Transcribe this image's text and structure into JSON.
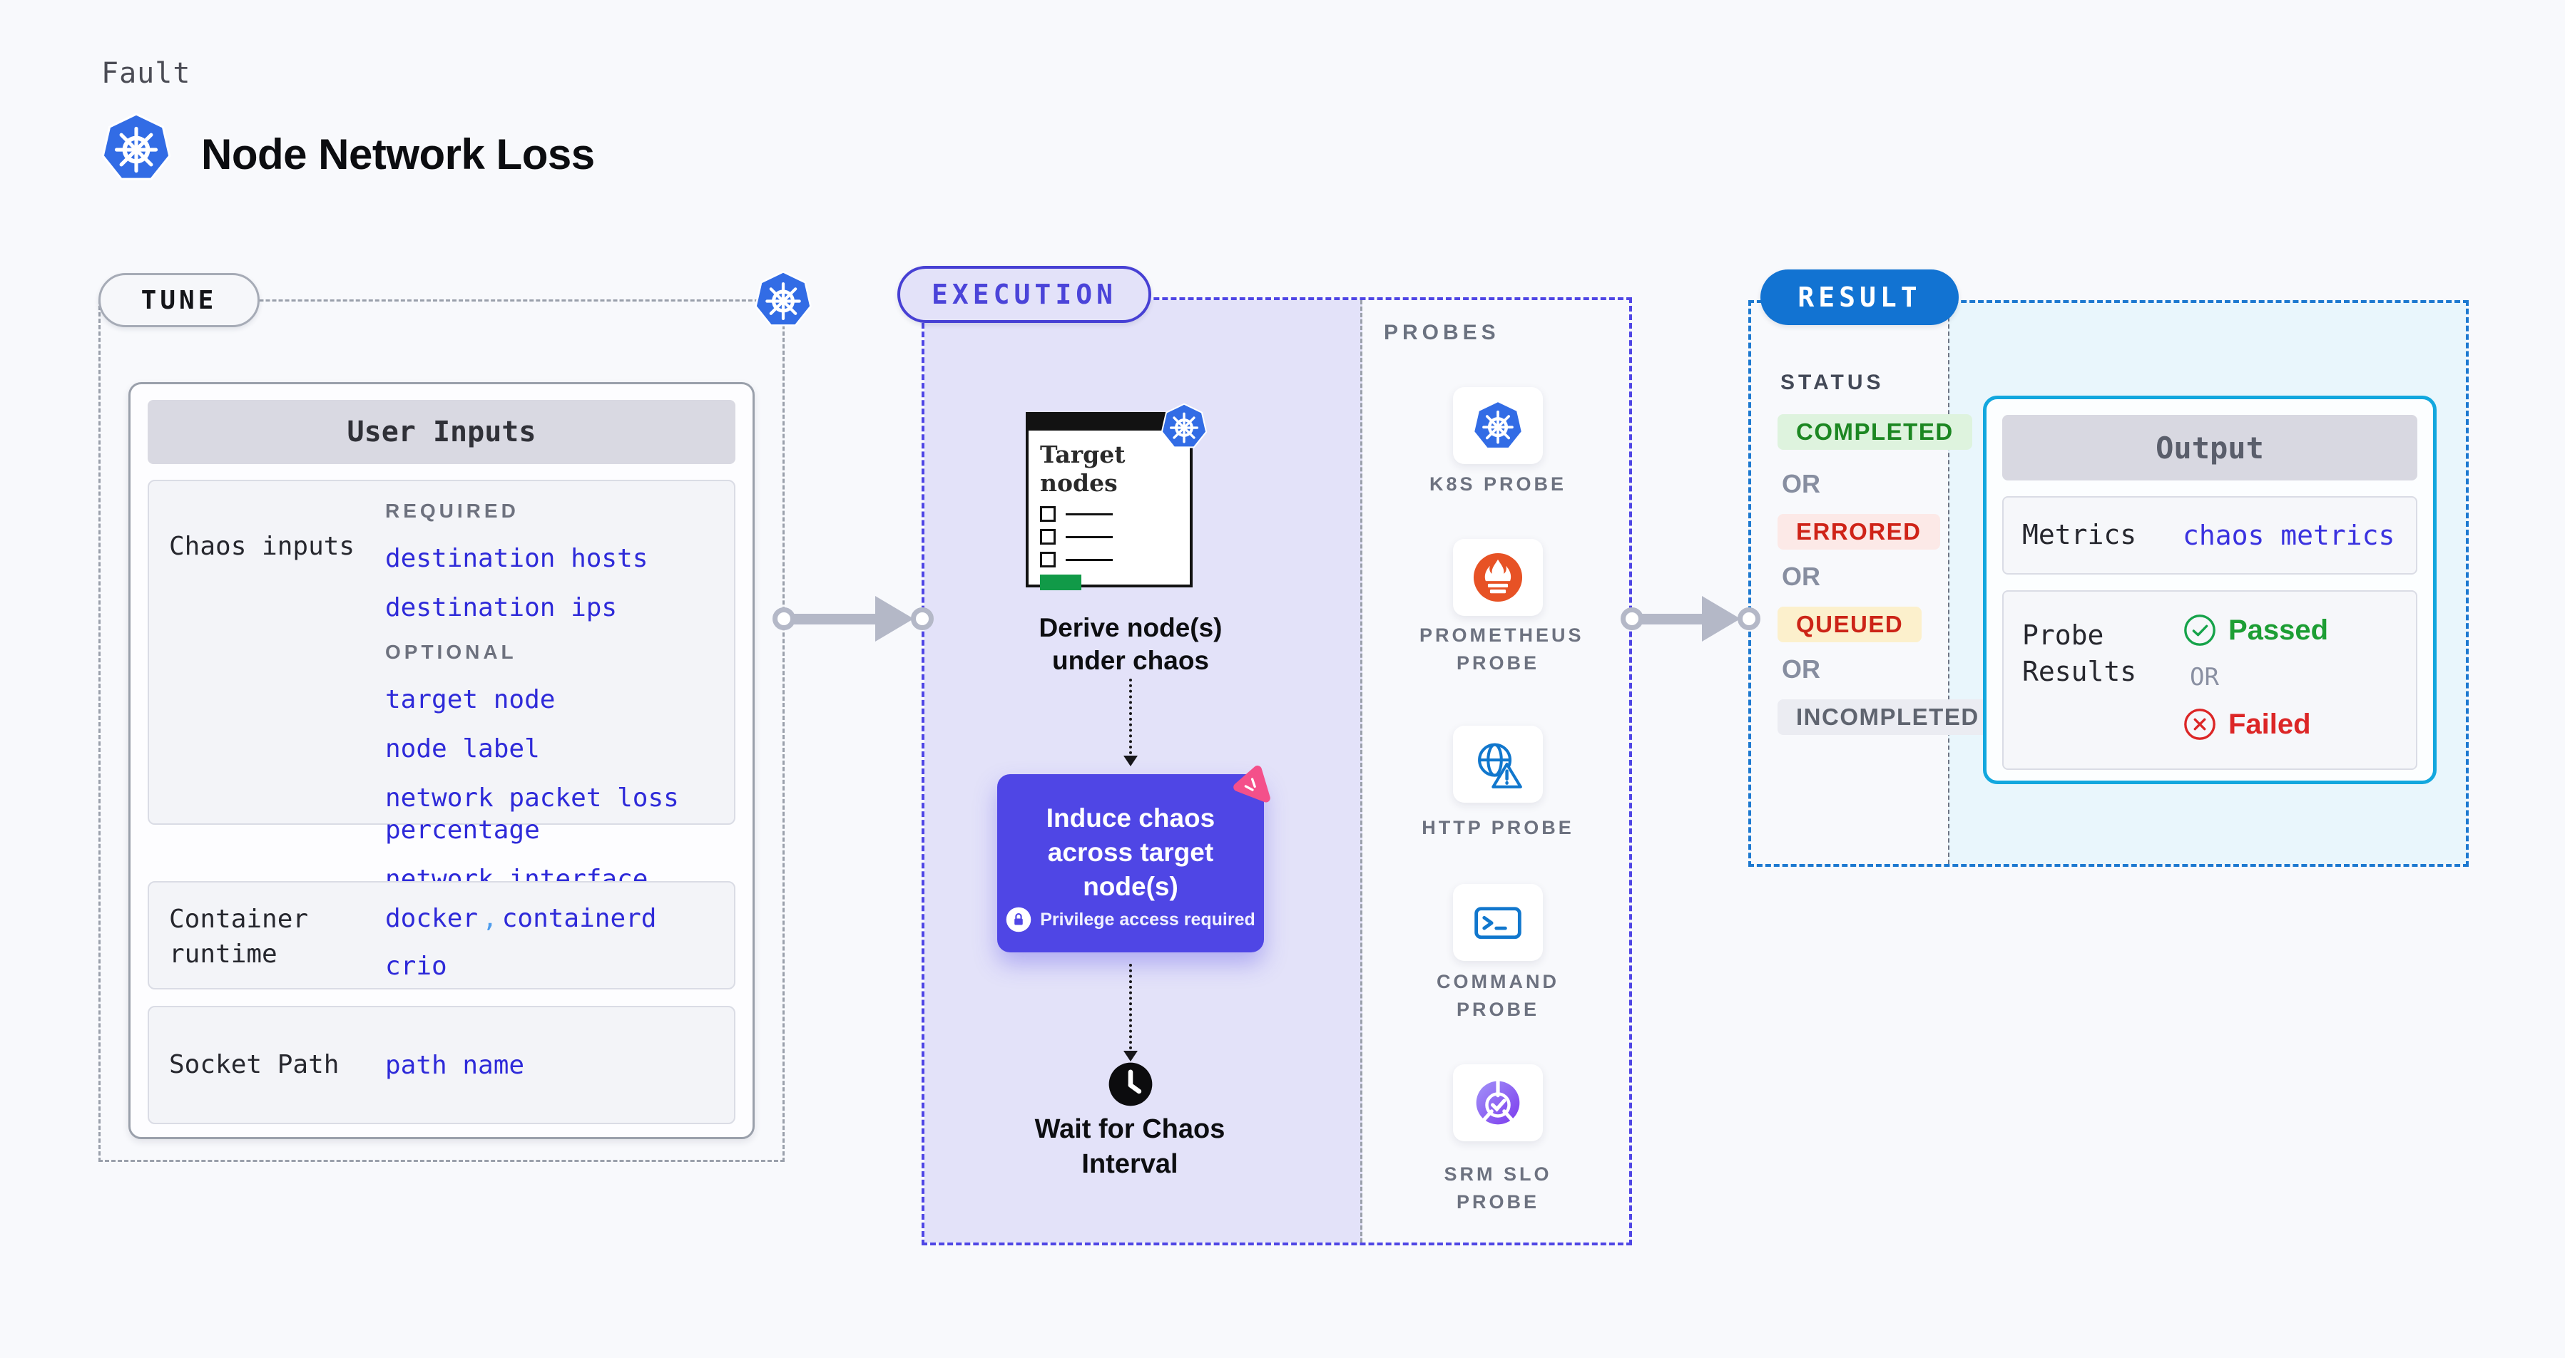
{
  "colors": {
    "page_background": "#F8F9FC",
    "accent_indigo": "#4F46E5",
    "accent_blue": "#1273D2",
    "accent_cyan": "#12A7DE",
    "link_blue": "#2E2AD9",
    "comma_blue": "#4F9DED",
    "lavender_flow_bg": "#E3E2F9",
    "result_output_bg": "#E9F6FC",
    "kubernetes_blue": "#326CE5",
    "prometheus_orange": "#E75225",
    "litmus_pink": "#F4508A",
    "green_passed": "#1D9E34",
    "red_failed": "#DC2626",
    "node_green": "#119A48"
  },
  "header": {
    "eyebrow": "Fault",
    "title": "Node Network Loss",
    "logo": "kubernetes-icon"
  },
  "tune": {
    "pill": "TUNE",
    "corner_icon": "kubernetes-icon",
    "user_inputs_title": "User Inputs",
    "chaos_inputs": {
      "label": "Chaos inputs",
      "required_heading": "REQUIRED",
      "required": [
        "destination hosts",
        "destination ips"
      ],
      "optional_heading": "OPTIONAL",
      "optional": [
        "target node",
        "node label",
        "network packet loss percentage",
        "network interface"
      ]
    },
    "container_runtime": {
      "label": "Container runtime",
      "value_1": "docker",
      "separator": ",",
      "value_2": "containerd",
      "value_3": "crio"
    },
    "socket_path": {
      "label": "Socket Path",
      "value": "path name"
    }
  },
  "execution": {
    "pill": "EXECUTION",
    "target_nodes_title": "Target nodes",
    "target_nodes_icon": "kubernetes-icon",
    "derive_caption": "Derive node(s) under chaos",
    "induce_title": "Induce chaos across target node(s)",
    "induce_corner_icon": "litmus-chaos-icon",
    "privilege_badge_icon": "lock-icon",
    "privilege_badge": "Privilege access required",
    "wait_icon": "clock-icon",
    "wait_caption": "Wait for Chaos Interval"
  },
  "probes": {
    "heading": "PROBES",
    "items": [
      {
        "label": "K8S PROBE",
        "icon": "kubernetes-icon"
      },
      {
        "label": "PROMETHEUS PROBE",
        "icon": "prometheus-icon"
      },
      {
        "label": "HTTP PROBE",
        "icon": "http-globe-icon"
      },
      {
        "label": "COMMAND PROBE",
        "icon": "terminal-icon"
      },
      {
        "label": "SRM SLO PROBE",
        "icon": "slo-donut-icon"
      }
    ]
  },
  "result": {
    "pill": "RESULT",
    "status_heading": "STATUS",
    "or_label": "OR",
    "statuses": [
      {
        "label": "COMPLETED",
        "fg": "#1C8722",
        "bg": "#DEF3DE"
      },
      {
        "label": "ERRORED",
        "fg": "#CF2318",
        "bg": "#FCE9E7"
      },
      {
        "label": "QUEUED",
        "fg": "#CC2417",
        "bg": "#FCF0CC"
      },
      {
        "label": "INCOMPLETED",
        "fg": "#5F646F",
        "bg": "#EBECF2"
      }
    ],
    "output": {
      "title": "Output",
      "metrics_label": "Metrics",
      "metrics_value": "chaos metrics",
      "probe_results_label": "Probe Results",
      "passed_icon": "check-circle-icon",
      "passed_label": "Passed",
      "or_label": "OR",
      "failed_icon": "x-circle-icon",
      "failed_label": "Failed"
    }
  }
}
